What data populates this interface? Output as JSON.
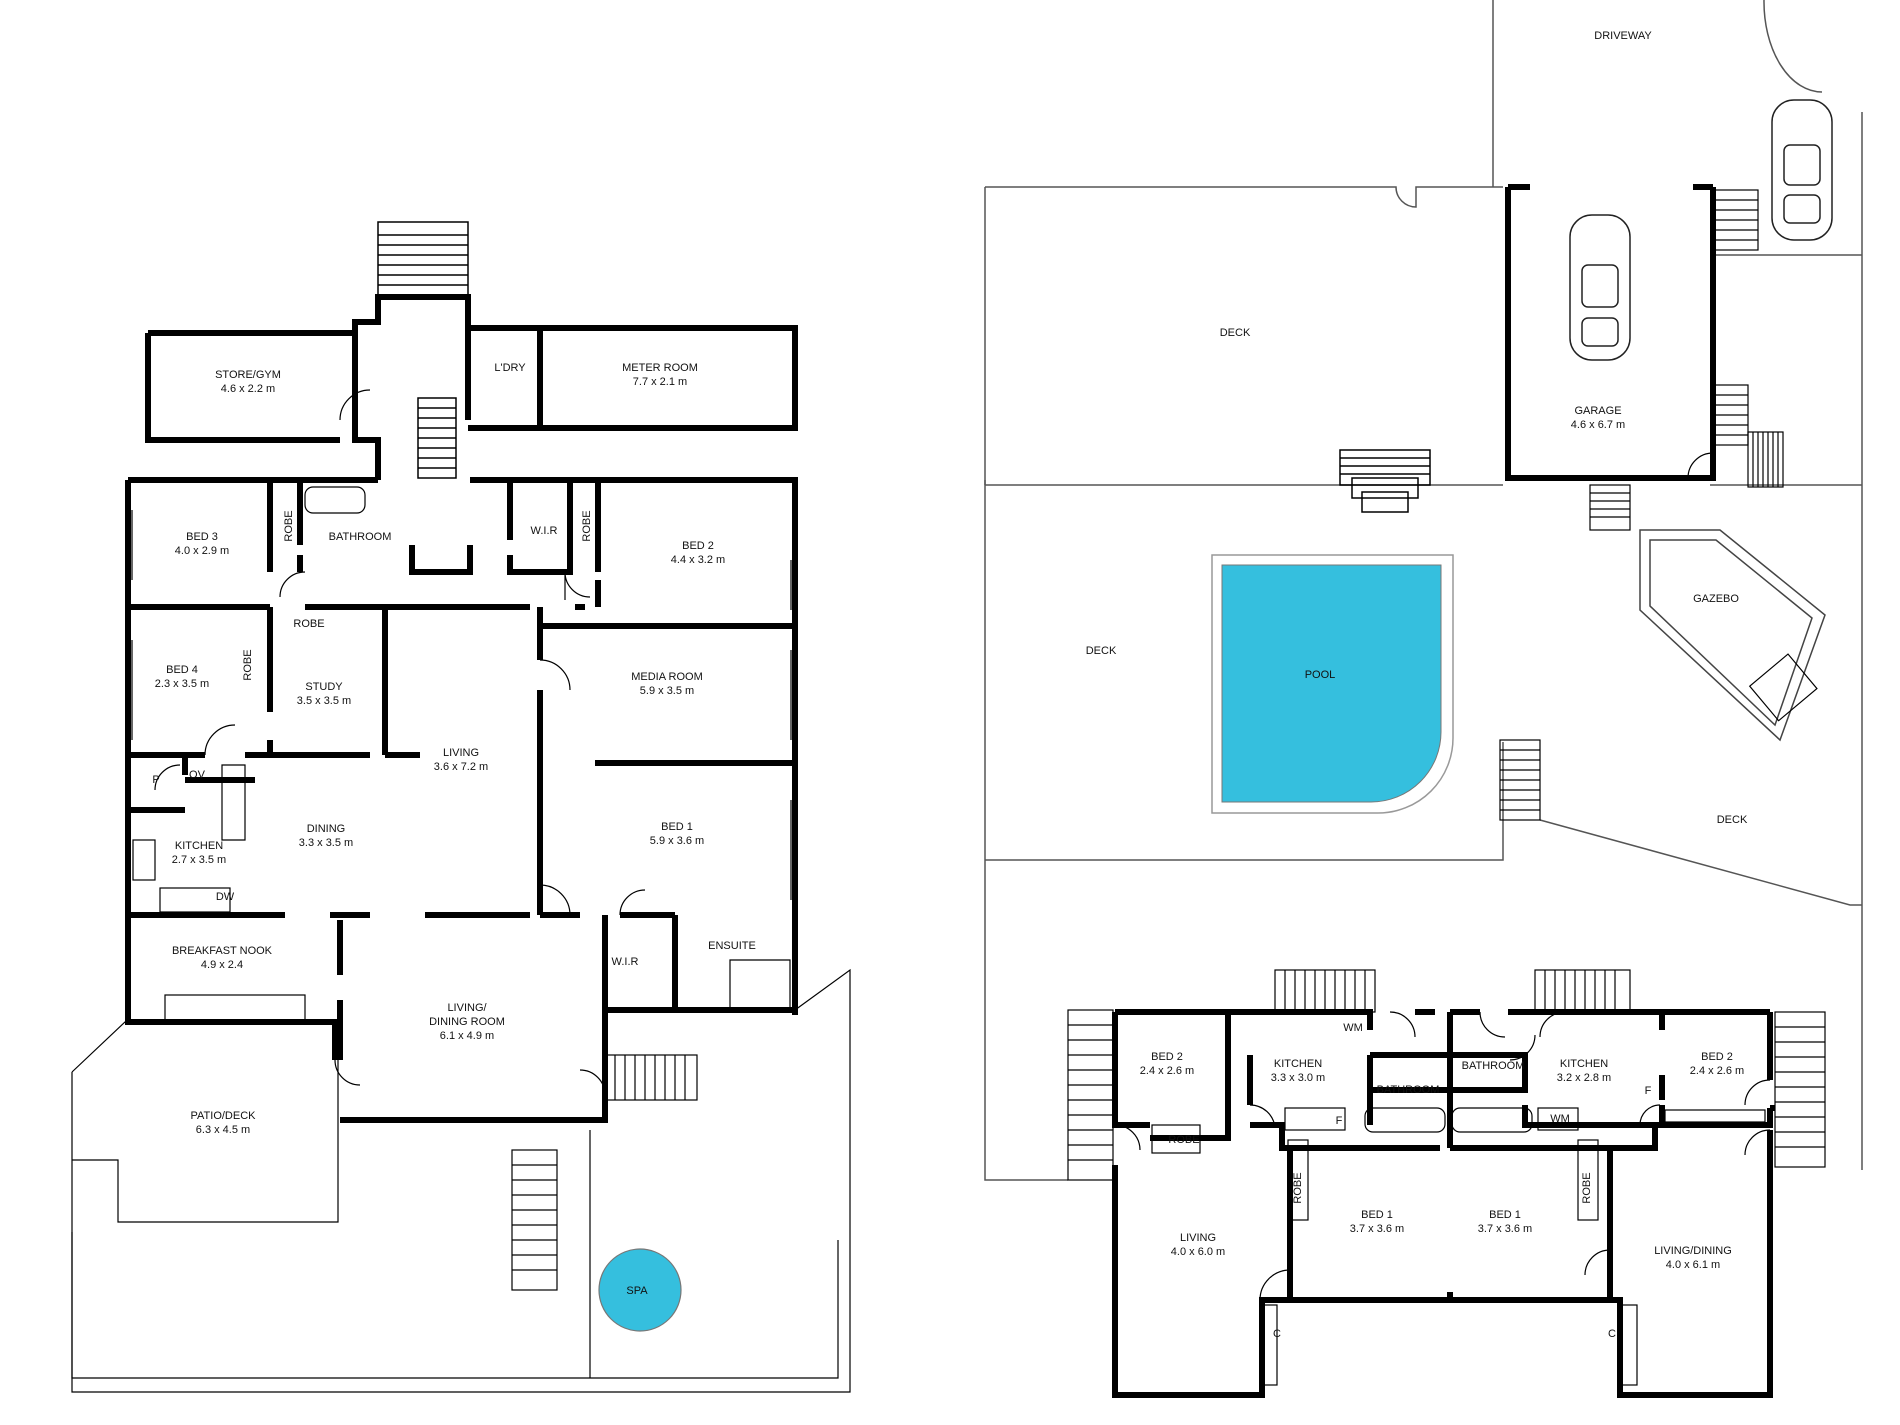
{
  "colors": {
    "wall": "#000000",
    "pool": "#35bfde",
    "spa": "#35bfde",
    "paper": "#ffffff"
  },
  "main_house": {
    "rooms": [
      {
        "id": "store-gym",
        "name": "STORE/GYM",
        "dims": "4.6 x 2.2 m"
      },
      {
        "id": "laundry",
        "name": "L'DRY",
        "dims": ""
      },
      {
        "id": "meter-room",
        "name": "METER ROOM",
        "dims": "7.7 x 2.1 m"
      },
      {
        "id": "bed-3",
        "name": "BED 3",
        "dims": "4.0 x 2.9 m"
      },
      {
        "id": "bathroom",
        "name": "BATHROOM",
        "dims": ""
      },
      {
        "id": "bed-2",
        "name": "BED 2",
        "dims": "4.4 x 3.2 m"
      },
      {
        "id": "bed-4",
        "name": "BED 4",
        "dims": "2.3 x 3.5 m"
      },
      {
        "id": "study",
        "name": "STUDY",
        "dims": "3.5 x 3.5 m"
      },
      {
        "id": "living",
        "name": "LIVING",
        "dims": "3.6 x 7.2 m"
      },
      {
        "id": "media-room",
        "name": "MEDIA ROOM",
        "dims": "5.9 x 3.5 m"
      },
      {
        "id": "dining",
        "name": "DINING",
        "dims": "3.3 x 3.5 m"
      },
      {
        "id": "kitchen",
        "name": "KITCHEN",
        "dims": "2.7 x 3.5 m"
      },
      {
        "id": "bed-1",
        "name": "BED 1",
        "dims": "5.9 x 3.6 m"
      },
      {
        "id": "breakfast-nook",
        "name": "BREAKFAST NOOK",
        "dims": "4.9 x 2.4"
      },
      {
        "id": "living-dining-room",
        "name": "LIVING/\nDINING ROOM",
        "dims": "6.1 x 4.9 m"
      },
      {
        "id": "patio-deck",
        "name": "PATIO/DECK",
        "dims": "6.3 x 4.5 m"
      }
    ],
    "tags": [
      "ROBE",
      "ROBE",
      "W.I.R",
      "ROBE",
      "ROBE",
      "P",
      "OV",
      "DW",
      "W.I.R",
      "ENSUITE",
      "SPA"
    ]
  },
  "outdoor": {
    "labels": [
      "DRIVEWAY",
      "DECK",
      "GARAGE",
      "GAZEBO",
      "DECK",
      "POOL",
      "DECK"
    ],
    "garage_dims": "4.6 x 6.7 m"
  },
  "unit_left": {
    "rooms": [
      {
        "id": "u1-bed-2",
        "name": "BED 2",
        "dims": "2.4 x 2.6 m"
      },
      {
        "id": "u1-kitchen",
        "name": "KITCHEN",
        "dims": "3.3 x 3.0 m"
      },
      {
        "id": "u1-bathroom",
        "name": "BATHROOM",
        "dims": ""
      },
      {
        "id": "u1-bed-1",
        "name": "BED 1",
        "dims": "3.7 x 3.6 m"
      },
      {
        "id": "u1-living",
        "name": "LIVING",
        "dims": "4.0 x 6.0 m"
      }
    ],
    "tags": [
      "WM",
      "F",
      "ROBE",
      "ROBE",
      "C"
    ]
  },
  "unit_right": {
    "rooms": [
      {
        "id": "u2-bathroom",
        "name": "BATHROOM",
        "dims": ""
      },
      {
        "id": "u2-kitchen",
        "name": "KITCHEN",
        "dims": "3.2 x 2.8 m"
      },
      {
        "id": "u2-bed-2",
        "name": "BED 2",
        "dims": "2.4 x 2.6 m"
      },
      {
        "id": "u2-bed-1",
        "name": "BED 1",
        "dims": "3.7 x 3.6 m"
      },
      {
        "id": "u2-living-dining",
        "name": "LIVING/DINING",
        "dims": "4.0 x 6.1 m"
      }
    ],
    "tags": [
      "F",
      "WM",
      "ROBE",
      "C"
    ]
  }
}
